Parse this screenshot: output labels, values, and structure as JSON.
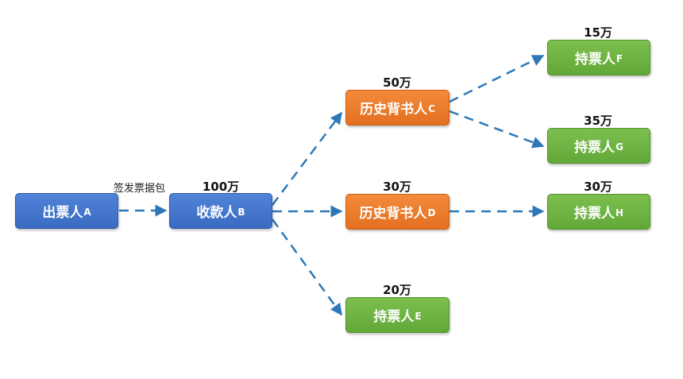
{
  "nodes": {
    "a": {
      "label": "出票人",
      "letter": "A"
    },
    "b": {
      "label": "收款人",
      "letter": "B"
    },
    "c": {
      "label": "历史背书人",
      "letter": "C"
    },
    "d": {
      "label": "历史背书人",
      "letter": "D"
    },
    "e": {
      "label": "持票人",
      "letter": "E"
    },
    "f": {
      "label": "持票人",
      "letter": "F"
    },
    "g": {
      "label": "持票人",
      "letter": "G"
    },
    "h": {
      "label": "持票人",
      "letter": "H"
    }
  },
  "amounts": {
    "b": "100万",
    "c": "50万",
    "d": "30万",
    "e": "20万",
    "f": "15万",
    "g": "35万",
    "h": "30万"
  },
  "edge_labels": {
    "a_to_b": "签发票据包"
  },
  "colors": {
    "issuer": "#3f73cc",
    "endorser": "#ef7d2d",
    "holder": "#6db043",
    "arrow": "#2e78b7"
  }
}
